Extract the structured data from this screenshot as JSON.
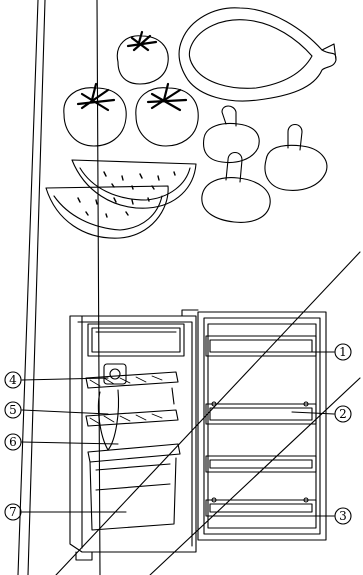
{
  "callouts": [
    {
      "id": "1",
      "label": "①"
    },
    {
      "id": "2",
      "label": "②"
    },
    {
      "id": "3",
      "label": "③"
    },
    {
      "id": "4",
      "label": "④"
    },
    {
      "id": "5",
      "label": "⑤"
    },
    {
      "id": "6",
      "label": "⑥"
    },
    {
      "id": "7",
      "label": "⑦"
    }
  ],
  "colors": {
    "ink": "#000000",
    "paper": "#ffffff"
  },
  "objects": [
    "tomato-icon",
    "ham-icon",
    "mushroom-icon",
    "watermelon-slice-icon",
    "refrigerator-icon"
  ]
}
